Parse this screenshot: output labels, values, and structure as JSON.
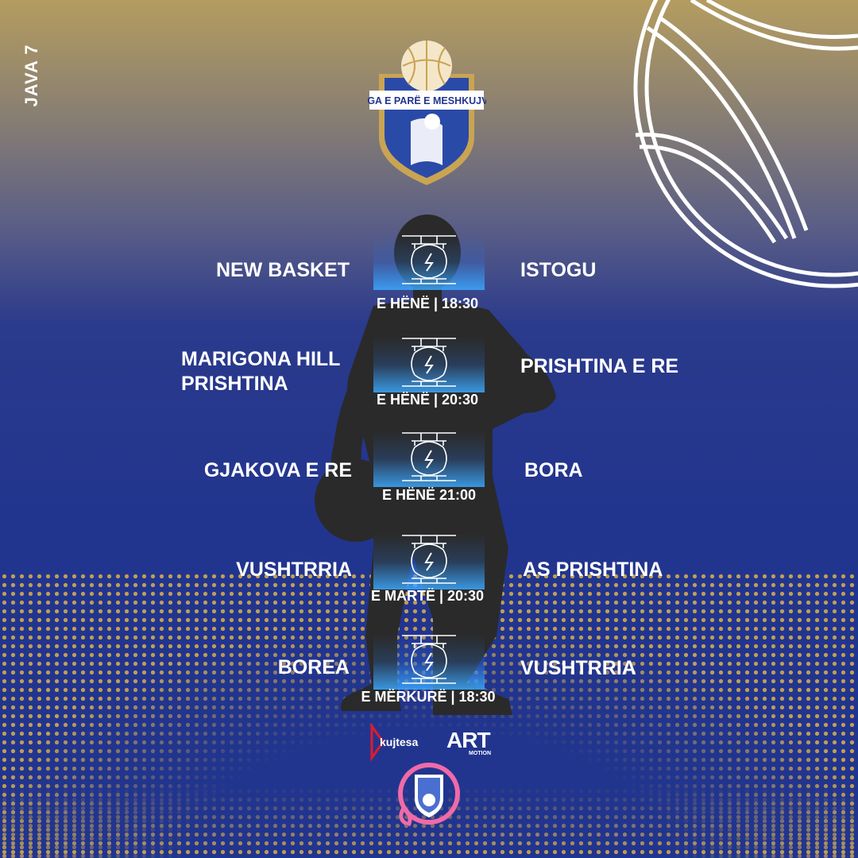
{
  "header": {
    "week_label": "JAVA 7",
    "league_name": "LIGA E PARË E MESHKUJVE"
  },
  "colors": {
    "background_top": "#b49c60",
    "background_main": "#22358e",
    "dot_accent": "#c9a453",
    "court_highlight": "#3caaff",
    "text": "#ffffff",
    "silhouette": "#2a2a2a"
  },
  "games": [
    {
      "home": "NEW BASKET",
      "away": "ISTOGU",
      "time": "E HËNË | 18:30"
    },
    {
      "home_lines": [
        "MARIGONA HILL",
        "PRISHTINA"
      ],
      "away": "PRISHTINA E RE",
      "time": "E HËNË | 20:30"
    },
    {
      "home": "GJAKOVA E RE",
      "away": "BORA",
      "time": "E HËNË 21:00"
    },
    {
      "home": "VUSHTRRIA",
      "away": "AS PRISHTINA",
      "time": "E MARTË | 20:30"
    },
    {
      "home": "BOREA",
      "away": "VUSHTRRIA",
      "time": "E MËRKURË | 18:30"
    }
  ],
  "sponsors": {
    "kujtesa": "kujtesa",
    "art_main": "ART",
    "art_sub": "MOTION"
  },
  "icons": {
    "league_logo": "league-crest-icon",
    "basketball": "basketball-outline-icon",
    "court": "court-lightning-icon",
    "federation": "federation-ribbon-crest-icon"
  }
}
